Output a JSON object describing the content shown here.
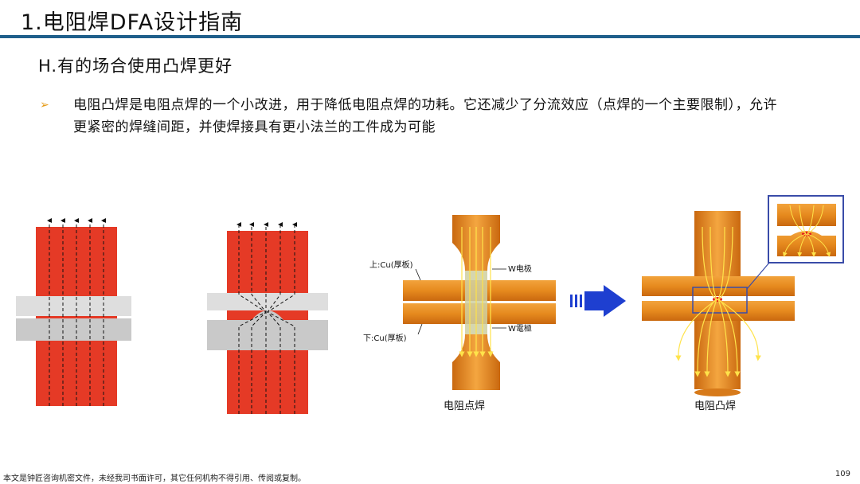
{
  "header": {
    "title": "1.电阻焊DFA设计指南"
  },
  "section": {
    "subtitle": "H.有的场合使用凸焊更好"
  },
  "bullet": {
    "marker": "➢",
    "text": "电阻凸焊是电阻点焊的一个小改进，用于降低电阻点焊的功耗。它还减少了分流效应（点焊的一个主要限制），允许更紧密的焊缝间距，并使焊接具有更小法兰的工件成为可能"
  },
  "figures": {
    "spot_weld": {
      "upper_label": "上:Cu(厚板)",
      "lower_label": "下:Cu(厚板)",
      "electrode_upper_label": "W电极",
      "electrode_lower_label": "W電極",
      "caption": "电阻点焊"
    },
    "projection_weld": {
      "caption": "电阻凸焊"
    }
  },
  "colors": {
    "title_rule": "#1f5f8b",
    "electrode_red": "#e53a26",
    "plate_gray": "#d4d4d4",
    "copper": "#e68a1e",
    "arrow_blue": "#1e3fd0",
    "inset_border": "#3a4ca8"
  },
  "footer": {
    "note": "本文是钟匠咨询机密文件，未经我司书面许可，其它任何机构不得引用、传阅或复制。",
    "page": "109"
  }
}
